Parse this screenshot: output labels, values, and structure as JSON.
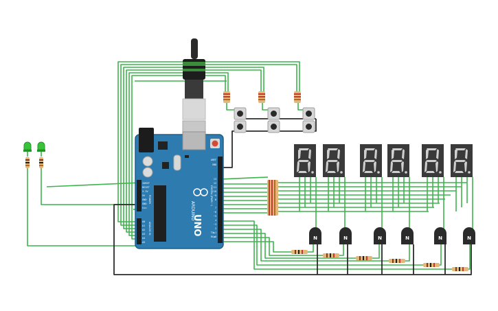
{
  "board": {
    "brand": "ARDUINO",
    "model": "UNO",
    "digital_label": "DIGITAL (PWM ~)",
    "power_label": "POWER",
    "analog_label": "ANALOG IN",
    "power_pins": [
      "IOREF",
      "RESET",
      "3.3V",
      "5V",
      "GND",
      "GND",
      "Vin"
    ],
    "analog_pins": [
      "A0",
      "A1",
      "A2",
      "A3",
      "A4",
      "A5"
    ],
    "digital_pins": [
      "AREF",
      "GND",
      "13",
      "12",
      "~11",
      "~10",
      "~9",
      "8",
      "7",
      "~6",
      "~5",
      "4",
      "~3",
      "2",
      "TX▶1",
      "RX◀0"
    ]
  },
  "transistor_label": "N",
  "colors": {
    "wire_green": "#3cb44b",
    "wire_black": "#2b2b2b",
    "board_blue": "#2e7bb0",
    "led_green": "#37c43a",
    "display_body": "#3a3a3a",
    "segment_lit": "#cfcfcf"
  }
}
